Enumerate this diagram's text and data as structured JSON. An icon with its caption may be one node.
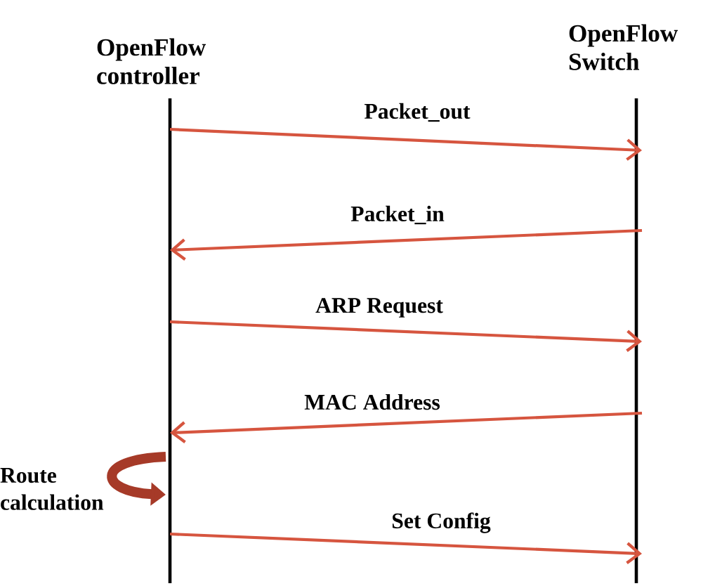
{
  "diagram": {
    "nodes": [
      {
        "text": [
          "OpenFlow controller"
        ]
      },
      {
        "text": [
          "OpenFlow Switch"
        ]
      }
    ],
    "edges": [
      {
        "from": 0,
        "to": 1,
        "arrow": "to",
        "label": "Packet_out"
      },
      {
        "from": 1,
        "to": 0,
        "arrow": "to",
        "label": "Packet_in"
      },
      {
        "from": 0,
        "to": 1,
        "arrow": "to",
        "label": "ARP Request"
      },
      {
        "from": 1,
        "to": 0,
        "arrow": "to",
        "label": "MAC Address"
      },
      {
        "from": 0,
        "to": 0,
        "arrow": "to",
        "label": "Route calculation",
        "style": "thick",
        "color": "#a63a28"
      },
      {
        "from": 0,
        "to": 1,
        "arrow": "to",
        "label": "Set Config"
      }
    ]
  }
}
